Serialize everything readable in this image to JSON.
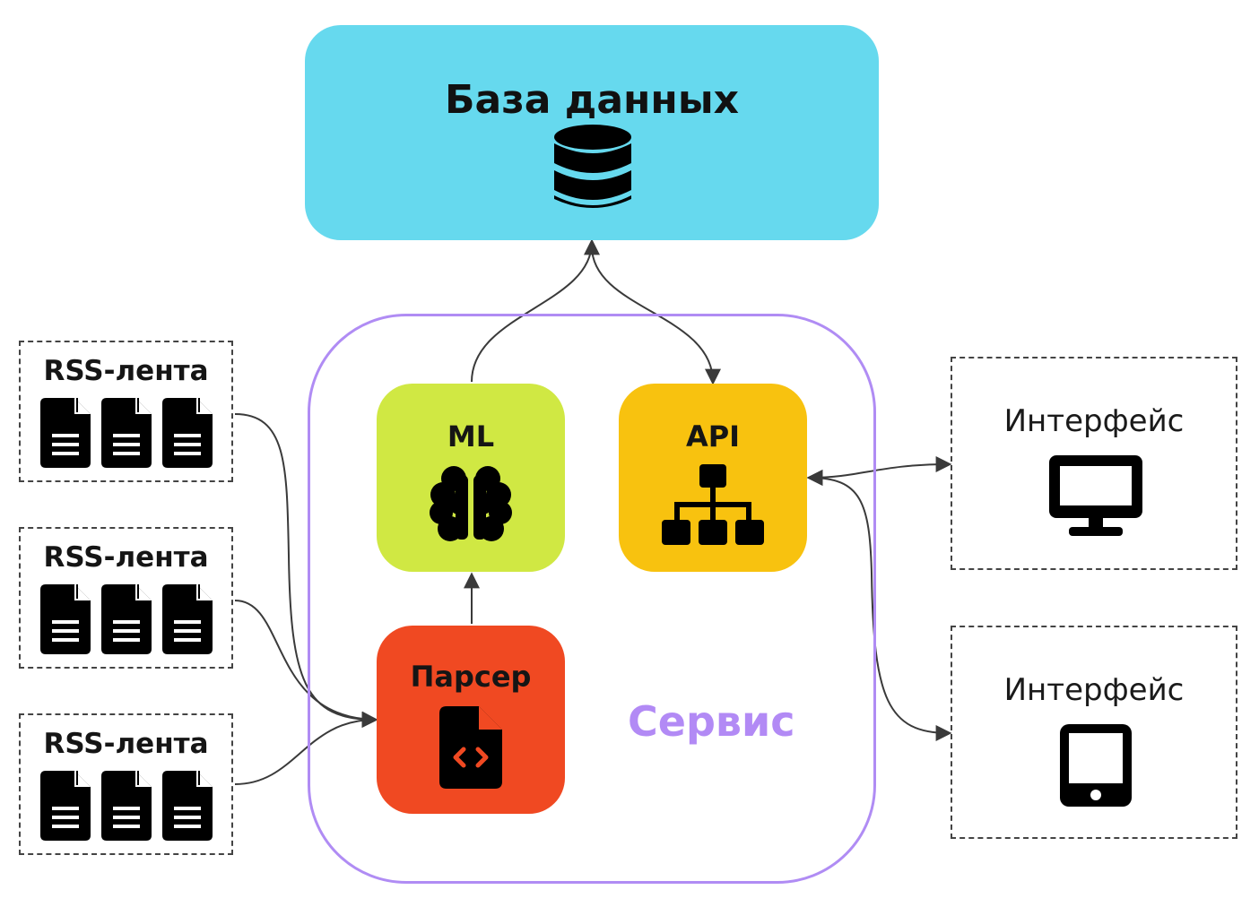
{
  "database": {
    "title": "База данных",
    "icon": "database-icon"
  },
  "service": {
    "label": "Сервис",
    "ml": {
      "label": "ML",
      "icon": "brain-icon"
    },
    "api": {
      "label": "API",
      "icon": "sitemap-icon"
    },
    "parser": {
      "label": "Парсер",
      "icon": "code-file-icon"
    }
  },
  "feeds": [
    {
      "label": "RSS-лента",
      "icon": "document-icon"
    },
    {
      "label": "RSS-лента",
      "icon": "document-icon"
    },
    {
      "label": "RSS-лента",
      "icon": "document-icon"
    }
  ],
  "interfaces": [
    {
      "label": "Интерфейс",
      "icon": "desktop-monitor-icon"
    },
    {
      "label": "Интерфейс",
      "icon": "tablet-icon"
    }
  ],
  "colors": {
    "database": "#66d9ee",
    "ml": "#d0e843",
    "api": "#f8c20f",
    "parser": "#f04922",
    "service_border": "#b08cf4",
    "service_text": "#b28af5"
  }
}
